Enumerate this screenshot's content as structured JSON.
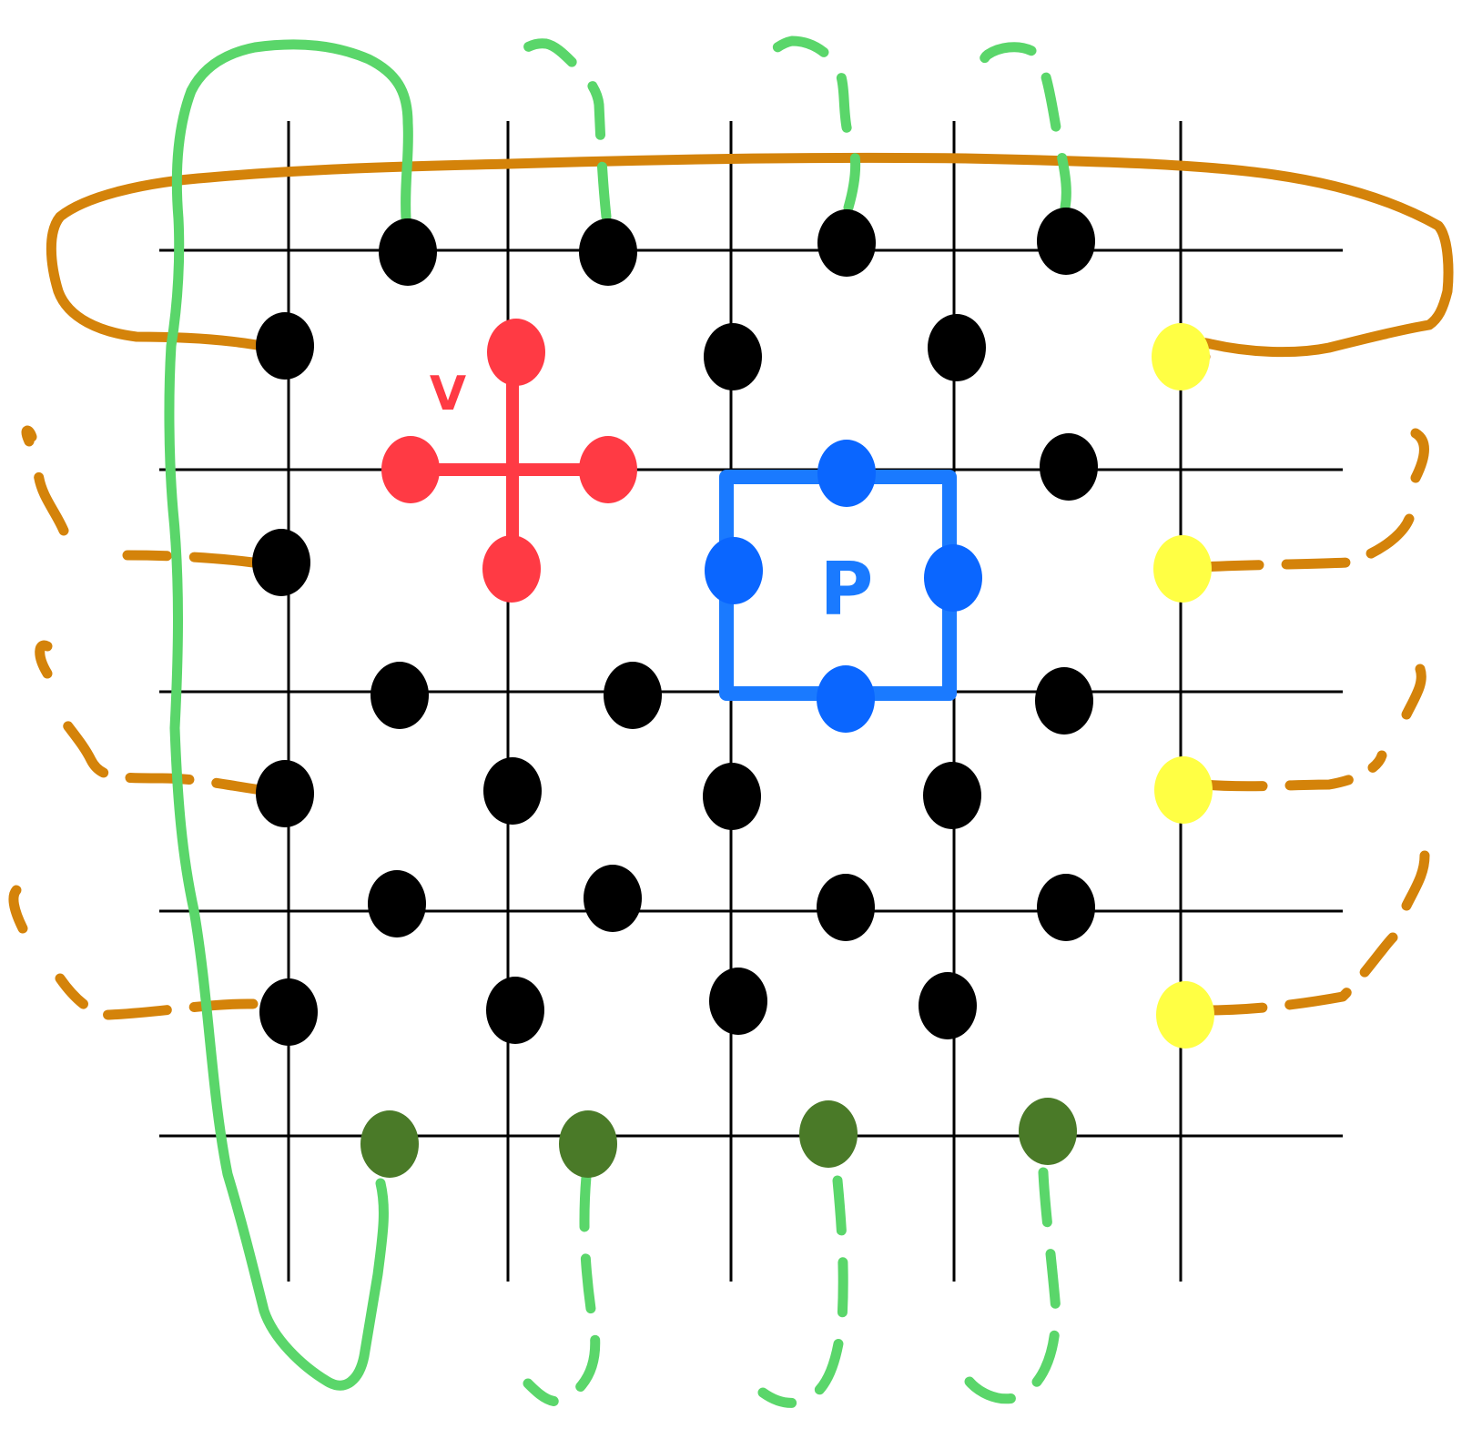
{
  "labels": {
    "vertex_operator": "V",
    "plaquette_operator": "P"
  },
  "colors": {
    "grid": "#000000",
    "qubit": "#000000",
    "vertex": "#ff3a44",
    "plaquette": "#0a66ff",
    "boundary_right": "#ffff44",
    "boundary_bottom": "#4a7a28",
    "orange_loops": "#d4830a",
    "green_loops": "#5ad66a",
    "background": "#ffffff"
  },
  "grid": {
    "columns": 5,
    "rows": 5
  }
}
